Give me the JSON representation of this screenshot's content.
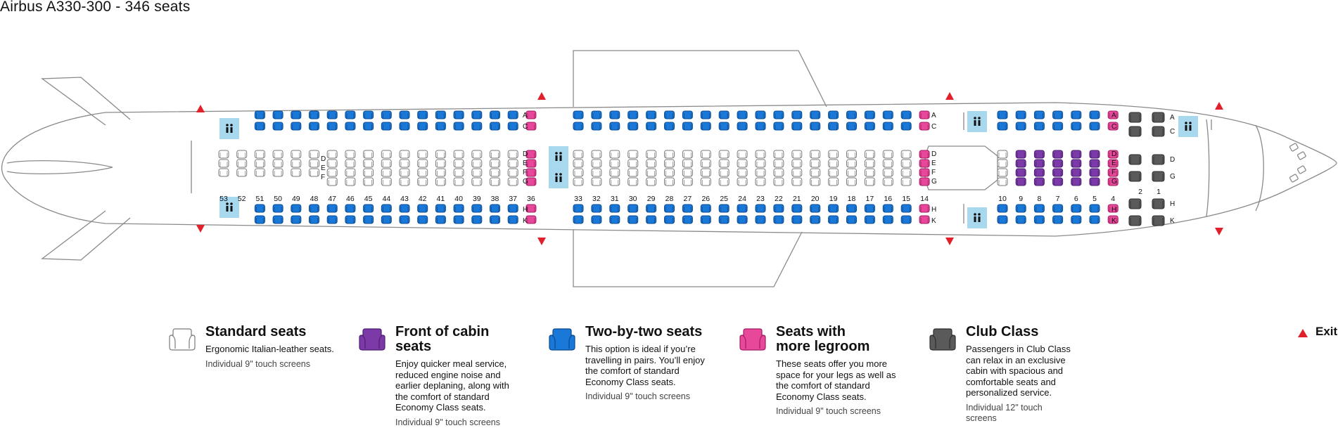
{
  "title": "Airbus A330-300 - 346 seats",
  "colors": {
    "standard_fill": "#ffffff",
    "standard_stroke": "#7a7a7a",
    "front_cabin": "#7b3aa8",
    "two_by_two": "#1a78d8",
    "legroom": "#e8489a",
    "club": "#5a5a5a",
    "exit": "#e0202a",
    "lavatory": "#a8d8ee",
    "outline": "#8a8a8a"
  },
  "icons": {
    "lavatory": "lavatory-icon",
    "exit": "exit-arrow-icon",
    "seat": "seat-icon"
  },
  "plane": {
    "row_numbers": [
      "53",
      "52",
      "51",
      "50",
      "49",
      "48",
      "47",
      "46",
      "45",
      "44",
      "43",
      "42",
      "41",
      "40",
      "39",
      "38",
      "37",
      "36",
      "33",
      "32",
      "31",
      "30",
      "29",
      "28",
      "27",
      "26",
      "25",
      "24",
      "23",
      "22",
      "21",
      "20",
      "19",
      "18",
      "17",
      "16",
      "15",
      "14",
      "10",
      "9",
      "8",
      "7",
      "6",
      "5",
      "4",
      "2",
      "1"
    ],
    "seat_letters": [
      "A",
      "C",
      "D",
      "E",
      "F",
      "G",
      "H",
      "K"
    ],
    "aft_center_letters": [
      "D",
      "E",
      "F"
    ],
    "club_letters": [
      "A",
      "C",
      "D",
      "G",
      "H",
      "K"
    ]
  },
  "legend": [
    {
      "key": "standard",
      "title": "Standard seats",
      "desc": "Ergonomic Italian-leather seats.",
      "feature": "Individual 9\" touch screens"
    },
    {
      "key": "front",
      "title": "Front of cabin seats",
      "desc": "Enjoy quicker meal service, reduced engine noise and earlier deplaning, along with the comfort of standard Economy Class seats.",
      "feature": "Individual 9\" touch screens"
    },
    {
      "key": "twobytwo",
      "title": "Two-by-two seats",
      "desc": "This option is ideal if you’re travelling in pairs. You’ll enjoy the comfort of standard Economy Class seats.",
      "feature": "Individual 9\" touch screens"
    },
    {
      "key": "legroom",
      "title": "Seats with\nmore legroom",
      "desc": "These seats offer you more space for your legs as well as the comfort of standard Economy Class seats.",
      "feature": "Individual 9\" touch screens"
    },
    {
      "key": "club",
      "title": "Club Class",
      "desc": "Passengers in Club Class can relax in an exclusive cabin with spacious and comfortable seats and personalized service.",
      "feature": "Individual 12\" touch screens"
    }
  ],
  "exit_label": "Exit"
}
